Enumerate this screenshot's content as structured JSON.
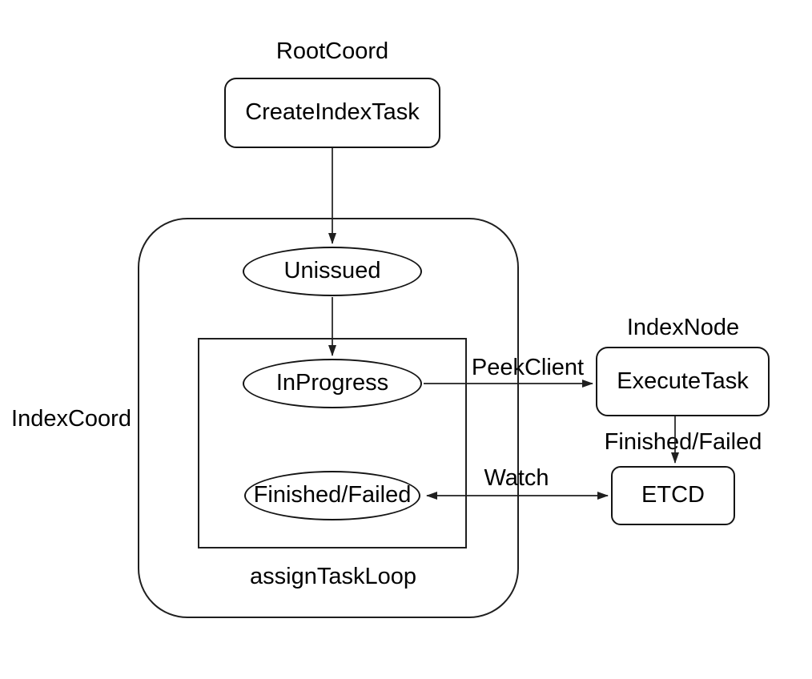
{
  "colors": {
    "background": "#ffffff",
    "stroke": "#1f1f1f",
    "text": "#000000"
  },
  "group_labels": {
    "root_coord": "RootCoord",
    "index_node": "IndexNode",
    "index_coord": "IndexCoord",
    "assign_task_loop": "assignTaskLoop"
  },
  "nodes": {
    "create_index_task": "CreateIndexTask",
    "unissued": "Unissued",
    "in_progress": "InProgress",
    "finished_failed": "Finished/Failed",
    "execute_task": "ExecuteTask",
    "etcd": "ETCD"
  },
  "edges": [
    {
      "from": "CreateIndexTask",
      "to": "Unissued",
      "label": ""
    },
    {
      "from": "Unissued",
      "to": "InProgress",
      "label": ""
    },
    {
      "from": "InProgress",
      "to": "ExecuteTask",
      "label": "PeekClient"
    },
    {
      "from": "ExecuteTask",
      "to": "ETCD",
      "label": "Finished/Failed"
    },
    {
      "from": "ETCD",
      "to": "Finished/Failed",
      "label": "Watch",
      "bidirectional": true
    }
  ]
}
